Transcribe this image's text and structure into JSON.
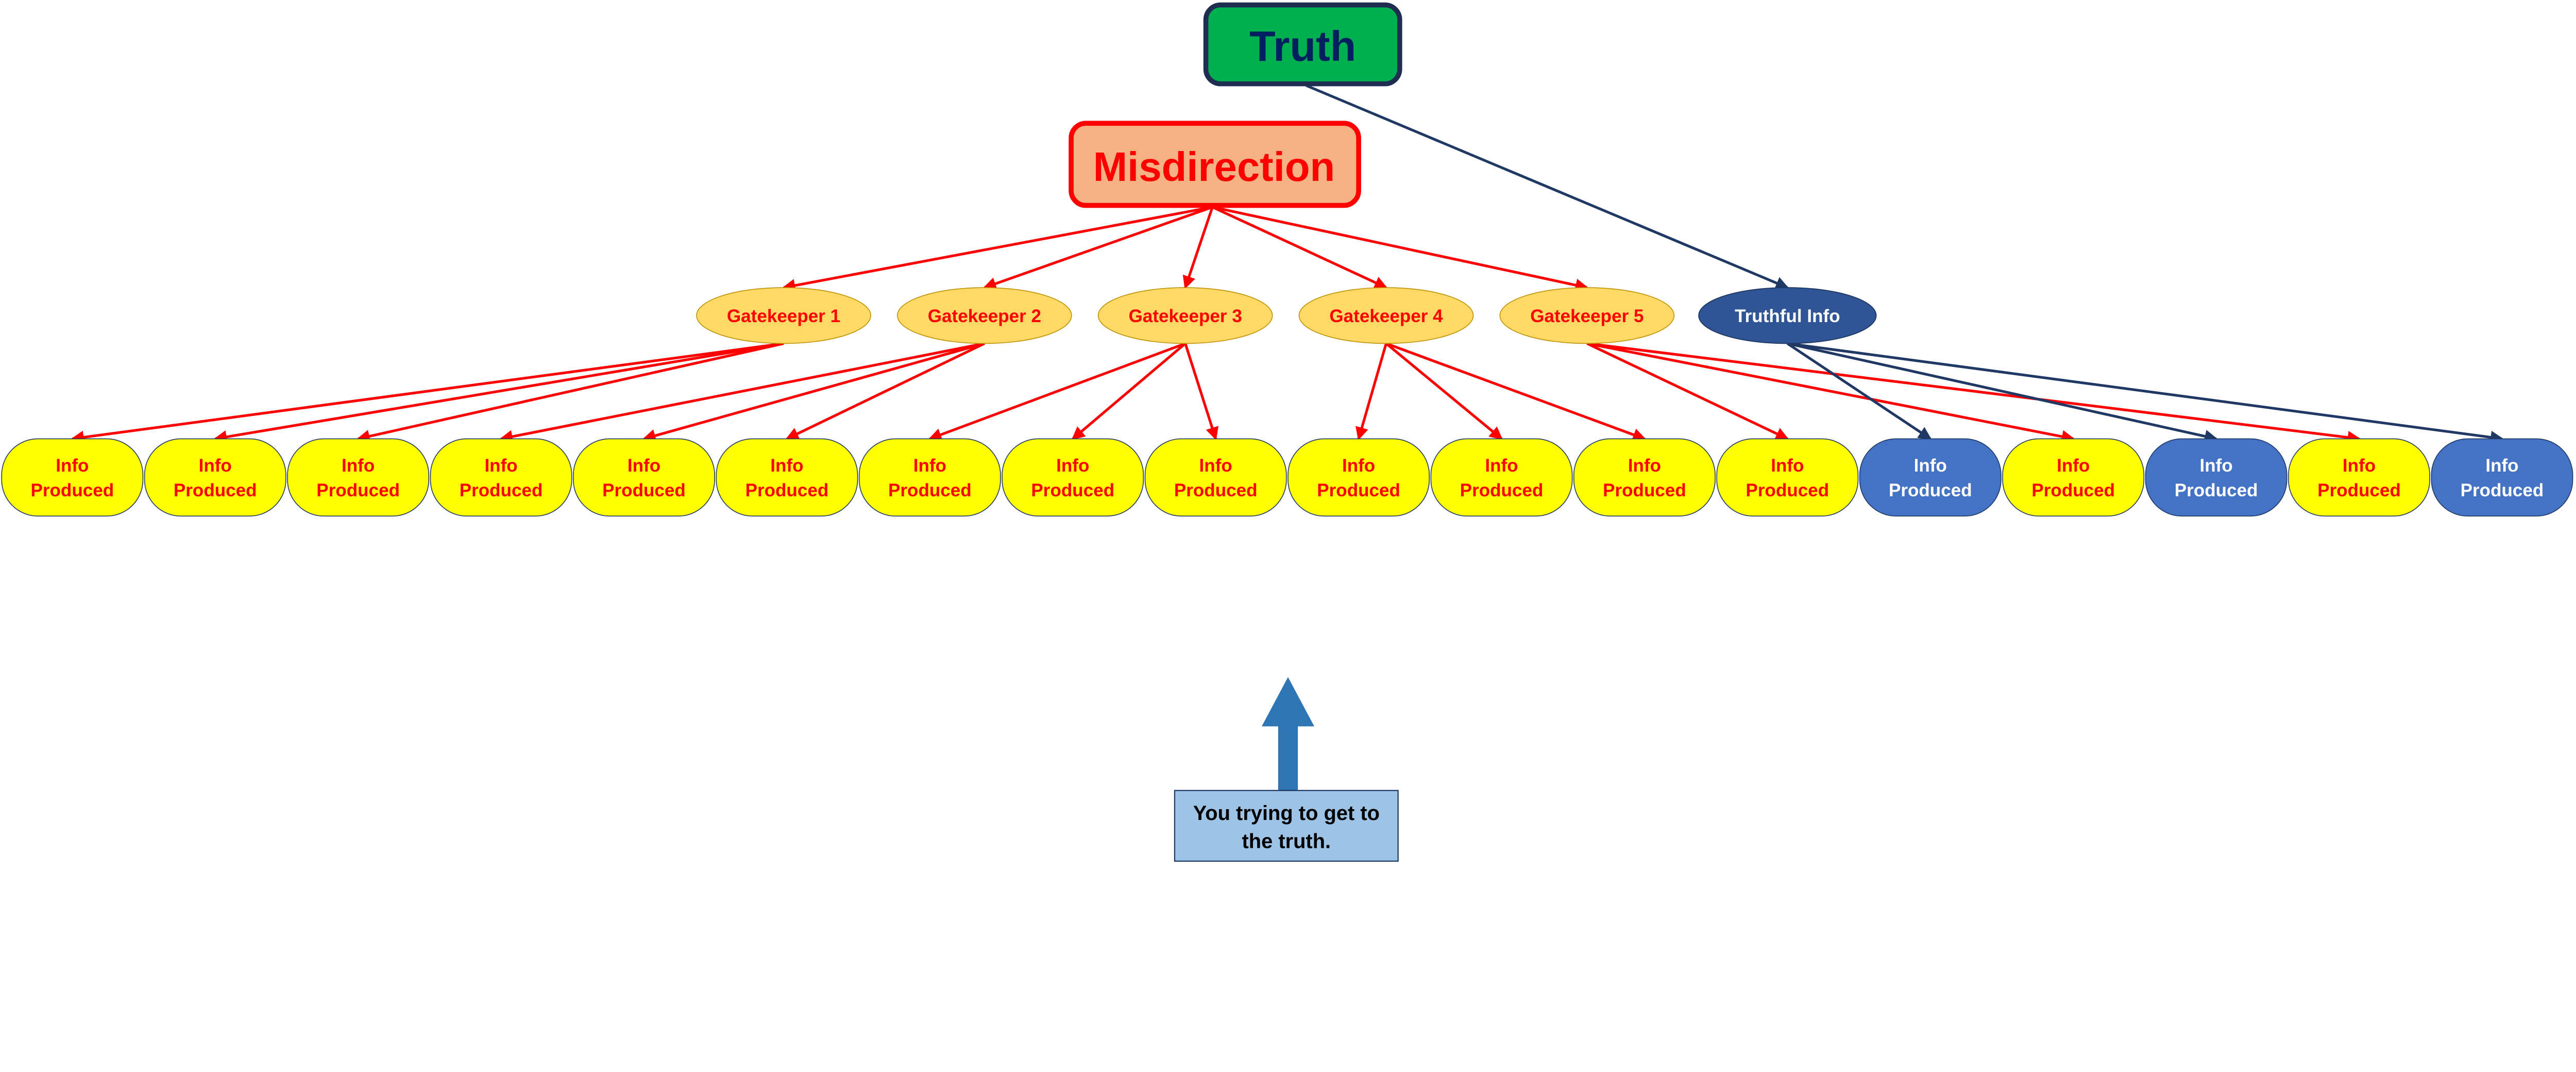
{
  "colors": {
    "truth_fill": "#00B050",
    "truth_border": "#1F2D50",
    "truth_text": "#002060",
    "misdirection_fill": "#F4B183",
    "misdirection_border": "#FF0000",
    "misdirection_text": "#FF0000",
    "gatekeeper_fill": "#FFD966",
    "gatekeeper_text": "#FF0000",
    "truthful_fill": "#2F5597",
    "truthful_text": "#FFFFFF",
    "info_yellow": "#FFFF00",
    "info_blue": "#4472C4",
    "red_edge": "#FF0000",
    "navy_edge": "#1F3864",
    "you_arrow": "#2E75B6",
    "you_box": "#9DC3E6"
  },
  "truth": {
    "label": "Truth"
  },
  "misdirection": {
    "label": "Misdirection"
  },
  "gatekeepers": [
    {
      "label": "Gatekeeper 1",
      "targets": [
        0,
        1,
        2
      ]
    },
    {
      "label": "Gatekeeper 2",
      "targets": [
        3,
        4,
        5
      ]
    },
    {
      "label": "Gatekeeper 3",
      "targets": [
        6,
        7,
        8
      ]
    },
    {
      "label": "Gatekeeper 4",
      "targets": [
        9,
        10,
        11
      ]
    },
    {
      "label": "Gatekeeper 5",
      "targets": [
        12,
        14,
        16
      ]
    }
  ],
  "truthful_info": {
    "label": "Truthful Info",
    "targets": [
      13,
      15,
      17
    ]
  },
  "info_nodes": {
    "line1": "Info",
    "line2": "Produced",
    "kinds": [
      "misdirected",
      "misdirected",
      "misdirected",
      "misdirected",
      "misdirected",
      "misdirected",
      "misdirected",
      "misdirected",
      "misdirected",
      "misdirected",
      "misdirected",
      "misdirected",
      "misdirected",
      "truthful",
      "misdirected",
      "truthful",
      "misdirected",
      "truthful"
    ]
  },
  "you": {
    "line1": "You trying to get to",
    "line2": "the truth."
  }
}
